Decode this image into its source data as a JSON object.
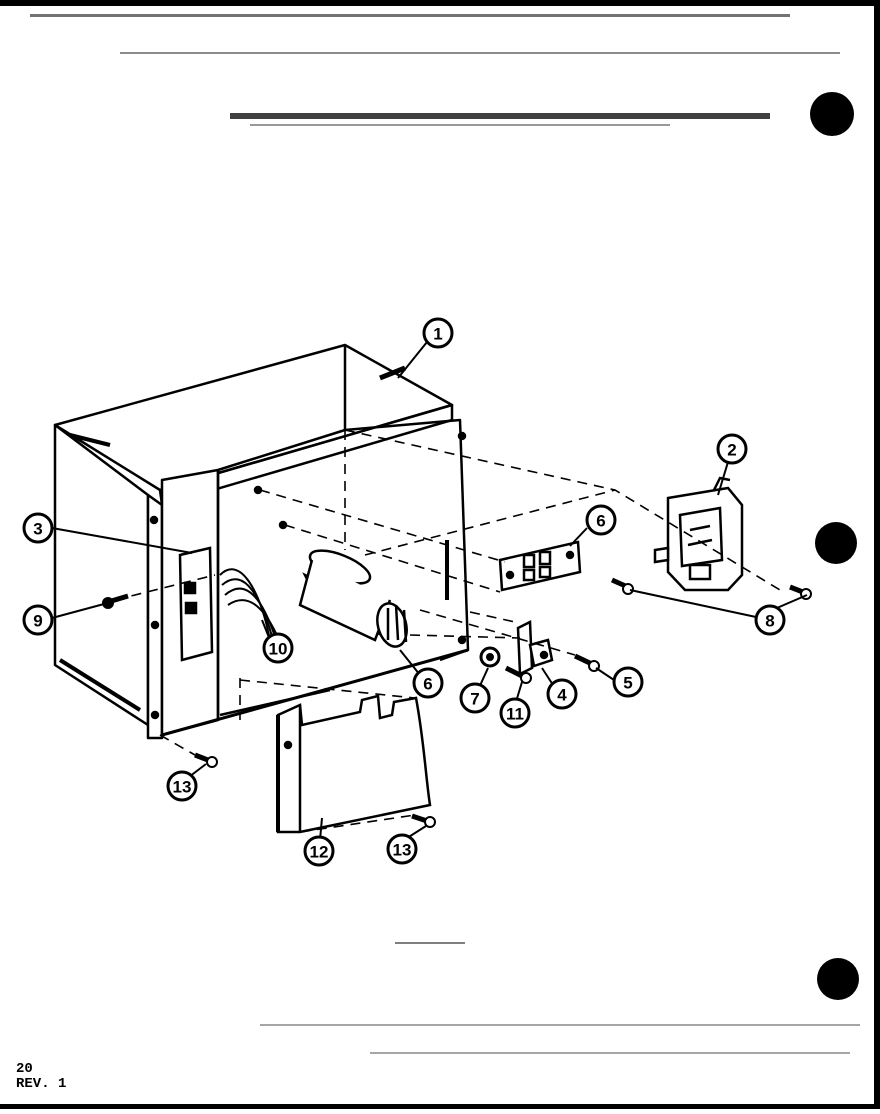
{
  "diagram": {
    "callouts": [
      {
        "id": "c1",
        "label": "1"
      },
      {
        "id": "c2",
        "label": "2"
      },
      {
        "id": "c3",
        "label": "3"
      },
      {
        "id": "c4",
        "label": "4"
      },
      {
        "id": "c5",
        "label": "5"
      },
      {
        "id": "c6a",
        "label": "6"
      },
      {
        "id": "c6b",
        "label": "6"
      },
      {
        "id": "c7",
        "label": "7"
      },
      {
        "id": "c8",
        "label": "8"
      },
      {
        "id": "c9",
        "label": "9"
      },
      {
        "id": "c10",
        "label": "10"
      },
      {
        "id": "c11",
        "label": "11"
      },
      {
        "id": "c12",
        "label": "12"
      },
      {
        "id": "c13a",
        "label": "13"
      },
      {
        "id": "c13b",
        "label": "13"
      }
    ]
  },
  "footer": {
    "page_number": "20",
    "revision": "REV. 1"
  }
}
